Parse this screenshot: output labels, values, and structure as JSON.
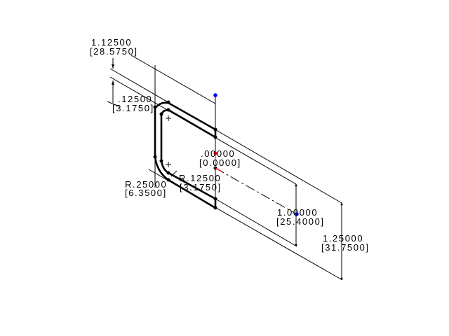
{
  "dimensions": {
    "overall_width": {
      "inch": "1.12500",
      "mm": "[28.5750]"
    },
    "thickness": {
      "inch": ".12500",
      "mm": "[3.1750]"
    },
    "outer_radius": {
      "inch": "R.25000",
      "mm": "[6.3500]"
    },
    "inner_radius": {
      "inch": "R.12500",
      "mm": "[3.1750]"
    },
    "origin": {
      "inch": ".00000",
      "mm": "[0.0000]"
    },
    "inner_height": {
      "inch": "1.00000",
      "mm": "[25.4000]"
    },
    "outer_height": {
      "inch": "1.25000",
      "mm": "[31.7500]"
    }
  },
  "colors": {
    "geometry": "#000000",
    "point_blue": "#0000ff",
    "origin_red": "#ff0000"
  }
}
